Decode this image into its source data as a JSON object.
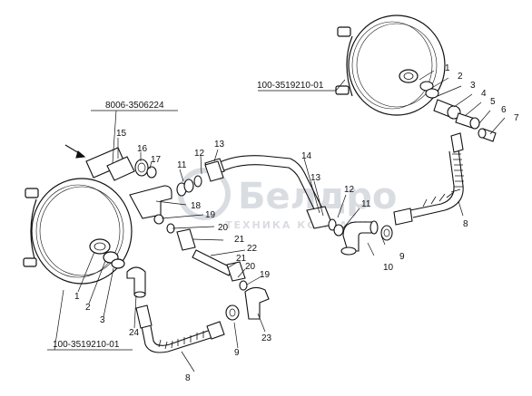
{
  "watermark": {
    "main": "Белдро",
    "sub": "ТЕХНИКА КОМПАНИИ"
  },
  "part_numbers": {
    "chamber_left": "100-3519210-01",
    "chamber_right": "100-3519210-01",
    "valve": "8006-3506224"
  },
  "callouts": {
    "r1": "1",
    "r2": "2",
    "r3": "3",
    "r4": "4",
    "r5": "5",
    "r6": "6",
    "r7": "7",
    "r8": "8",
    "n15": "15",
    "n16": "16",
    "n17": "17",
    "n11a": "11",
    "n12a": "12",
    "n13a": "13",
    "n14": "14",
    "n13b": "13",
    "n12b": "12",
    "n11b": "11",
    "n18": "18",
    "n19a": "19",
    "n20a": "20",
    "n21a": "21",
    "n22": "22",
    "n21b": "21",
    "n20b": "20",
    "n19b": "19",
    "n23": "23",
    "n9a": "9",
    "n9b": "9",
    "n10": "10",
    "n8a": "8",
    "n8b": "8",
    "l1": "1",
    "l2": "2",
    "l3": "3",
    "n24": "24"
  }
}
